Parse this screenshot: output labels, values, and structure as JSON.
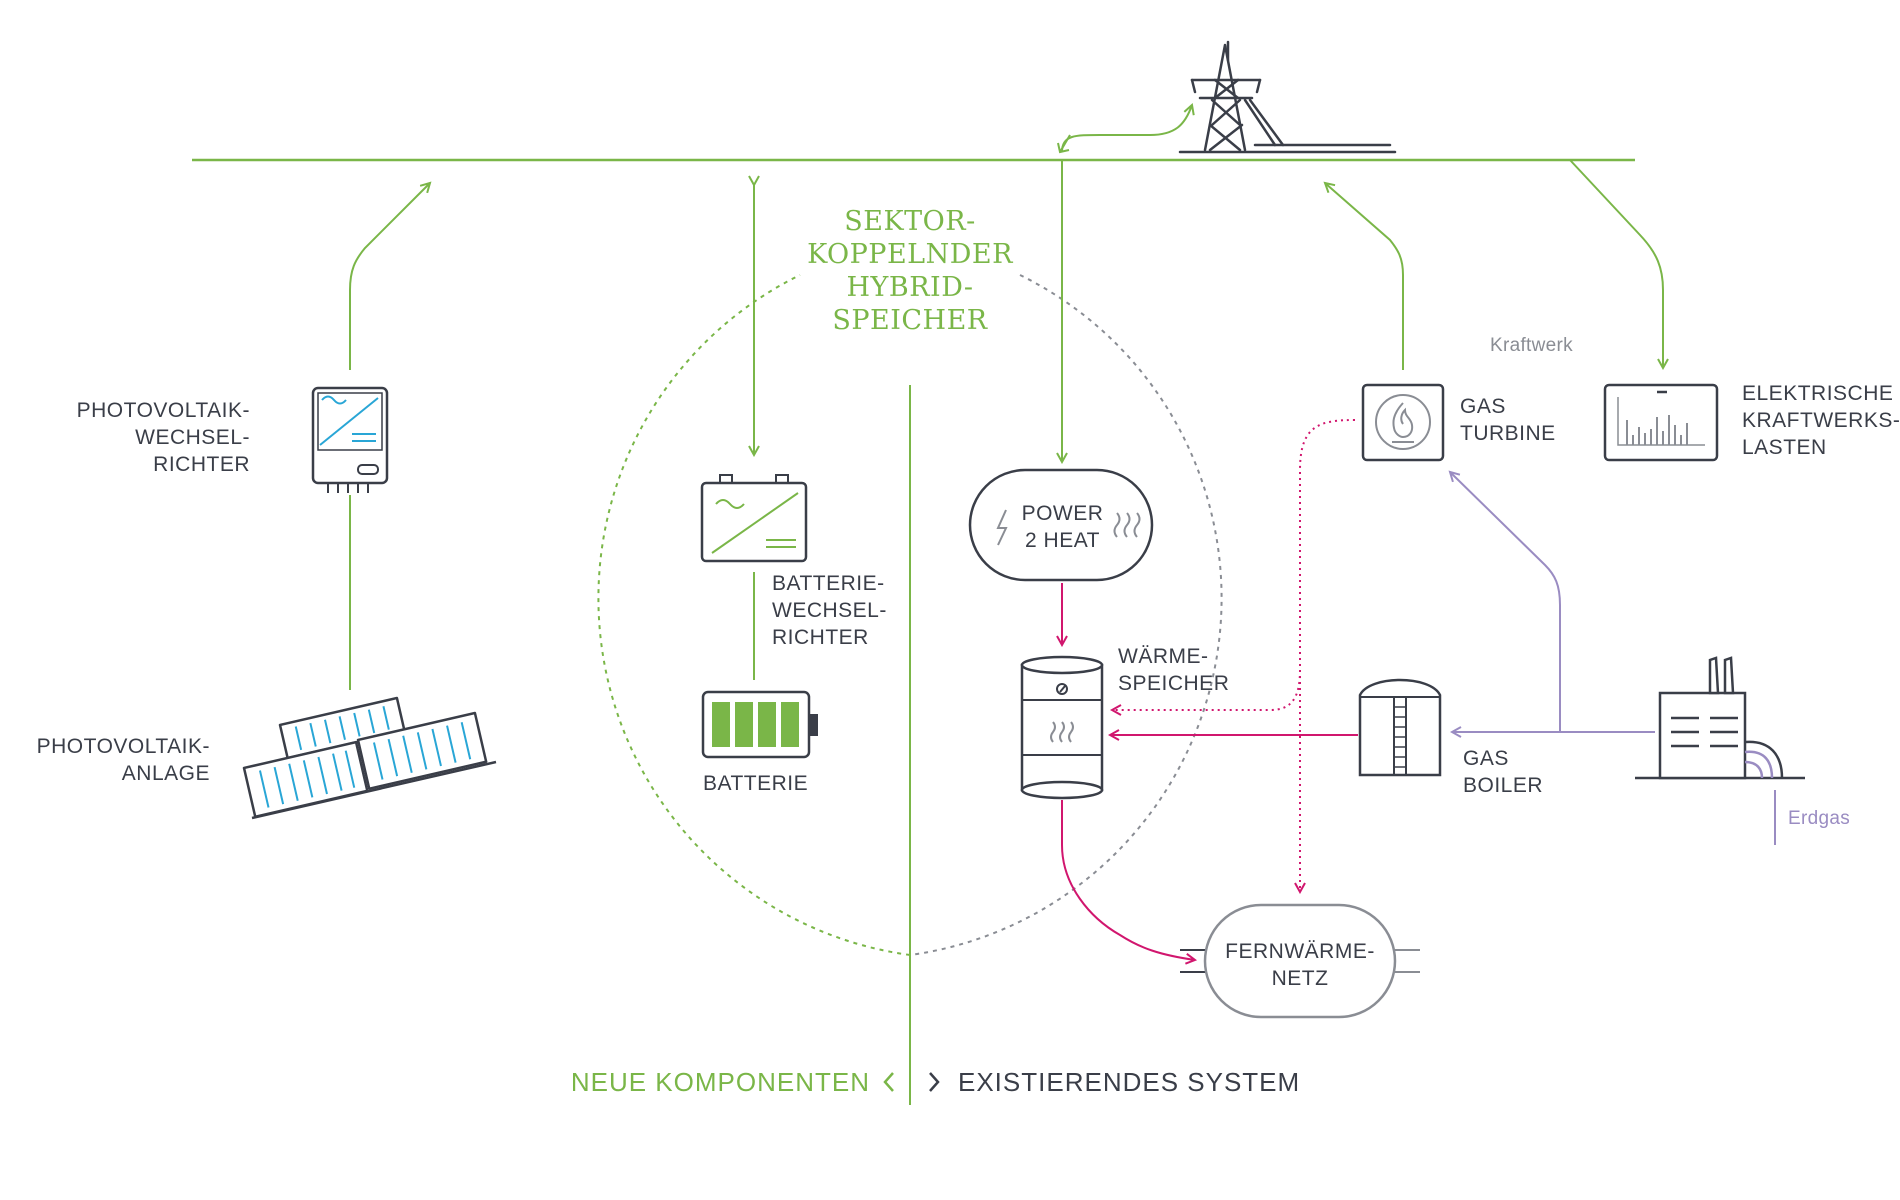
{
  "colors": {
    "green": "#7ab648",
    "dark": "#3a3e48",
    "magenta": "#d1166e",
    "purple": "#9a8cc2",
    "gray": "#8a8d94",
    "blue": "#29a6d6"
  },
  "center_title": [
    "SEKTOR-",
    "KOPPELNDER",
    "HYBRID-",
    "SPEICHER"
  ],
  "components": {
    "pv_inverter": {
      "label": [
        "PHOTOVOLTAIK-",
        "WECHSEL-",
        "RICHTER"
      ],
      "icon": "inverter-icon"
    },
    "pv_plant": {
      "label": [
        "PHOTOVOLTAIK-",
        "ANLAGE"
      ],
      "icon": "solar-panel-icon"
    },
    "battery_inverter": {
      "label": [
        "BATTERIE-",
        "WECHSEL-",
        "RICHTER"
      ],
      "icon": "inverter-icon"
    },
    "battery": {
      "label": [
        "BATTERIE"
      ],
      "icon": "battery-icon"
    },
    "power2heat": {
      "label": [
        "POWER",
        "2 HEAT"
      ],
      "icon": "power-to-heat-icon"
    },
    "heat_storage": {
      "label": [
        "WÄRME-",
        "SPEICHER"
      ],
      "icon": "heat-storage-icon"
    },
    "district_heating": {
      "label": [
        "FERNWÄRME-",
        "NETZ"
      ],
      "icon": "district-heating-icon"
    },
    "gas_turbine": {
      "label": [
        "GAS",
        "TURBINE"
      ],
      "icon": "flame-icon"
    },
    "kraftwerk": {
      "label": [
        "Kraftwerk"
      ]
    },
    "plant_loads": {
      "label": [
        "ELEKTRISCHE",
        "KRAFTWERKS-",
        "LASTEN"
      ],
      "icon": "bar-chart-icon"
    },
    "gas_boiler": {
      "label": [
        "GAS",
        "BOILER"
      ],
      "icon": "boiler-icon"
    },
    "natural_gas": {
      "label": [
        "Erdgas"
      ],
      "icon": "gas-plant-icon"
    },
    "grid": {
      "icon": "power-pylon-icon"
    }
  },
  "legend": {
    "new": "NEUE KOMPONENTEN",
    "existing": "EXISTIERENDES SYSTEM"
  }
}
